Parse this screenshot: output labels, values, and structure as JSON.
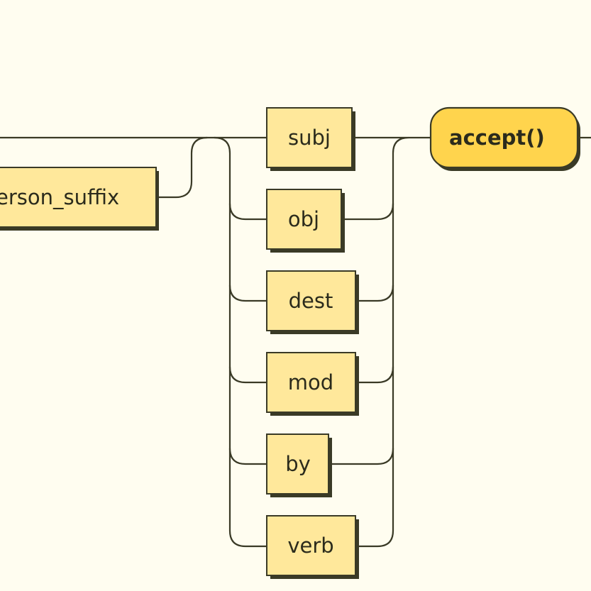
{
  "diagram": {
    "type": "railroad",
    "left_fragment_label": "erson_suffix",
    "choices": [
      "subj",
      "obj",
      "dest",
      "mod",
      "by",
      "verb"
    ],
    "terminal_label": "accept()"
  }
}
